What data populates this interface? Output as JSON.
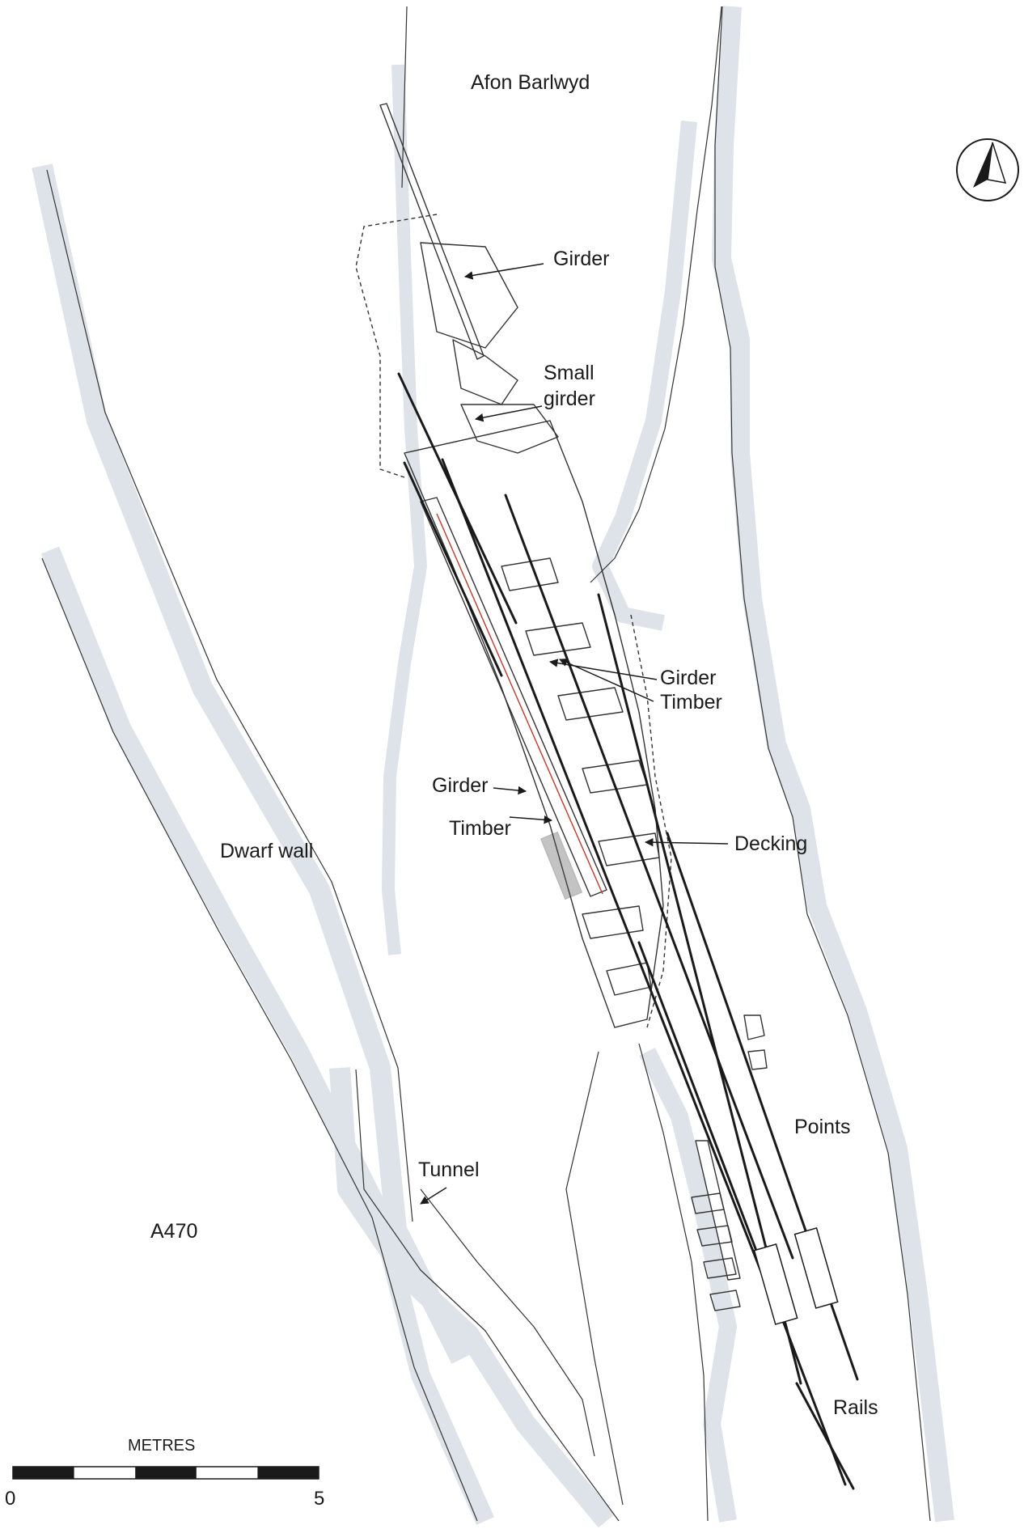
{
  "labels": {
    "afon_barlwyd": "Afon Barlwyd",
    "girder_top": "Girder",
    "small_girder_1": "Small",
    "small_girder_2": "girder",
    "girder_mid": "Girder",
    "timber_mid": "Timber",
    "girder_left": "Girder",
    "timber_left": "Timber",
    "decking": "Decking",
    "dwarf_wall": "Dwarf wall",
    "points": "Points",
    "tunnel": "Tunnel",
    "a470": "A470",
    "rails": "Rails"
  },
  "scale_bar": {
    "title": "METRES",
    "start": "0",
    "end": "5",
    "segments": 5
  },
  "north_arrow": {
    "icon": "north-arrow-icon"
  },
  "colors": {
    "water_band": "#dde3e8",
    "line": "#1a1a1a",
    "outline": "#333333",
    "red_line": "#c0392b"
  }
}
